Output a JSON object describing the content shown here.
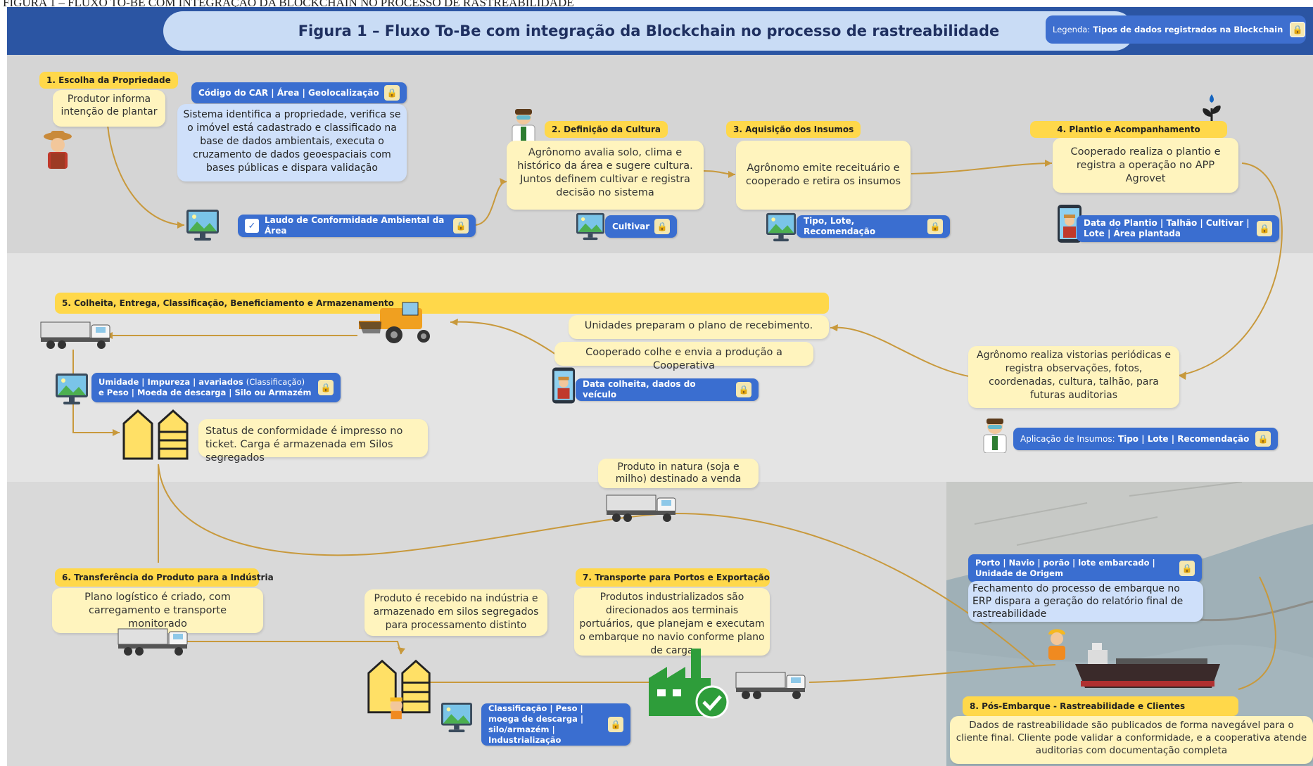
{
  "caption": "FIGURA 1 – FLUXO TO-BE COM INTEGRAÇÃO DA BLOCKCHAIN NO PROCESSO DE RASTREABILIDADE",
  "header": {
    "title": "Figura 1 – Fluxo To-Be com integração da Blockchain no processo de rastreabilidade",
    "legend_prefix": "Legenda:",
    "legend_text": "Tipos de dados registrados na Blockchain"
  },
  "stages": {
    "s1": "1. Escolha da Propriedade",
    "s2": "2. Definição da Cultura",
    "s3": "3. Aquisição dos Insumos",
    "s4": "4. Plantio e Acompanhamento",
    "s5": "5. Colheita, Entrega, Classificação, Beneficiamento e Armazenamento",
    "s6": "6. Transferência do Produto para a Indústria",
    "s7": "7. Transporte para Portos e Exportação",
    "s8": "8. Pós-Embarque - Rastreabilidade e Clientes"
  },
  "notes": {
    "n1a": "Produtor informa intenção de plantar",
    "n1b": "Sistema identifica a propriedade, verifica se o imóvel está cadastrado e classificado na base de dados ambientais, executa o cruzamento de dados geoespaciais com bases públicas e dispara validação",
    "n2": "Agrônomo avalia solo, clima e histórico da área e sugere cultura. Juntos definem cultivar e registra decisão no sistema",
    "n3": "Agrônomo emite receituário e cooperado e retira os insumos",
    "n4": "Cooperado realiza o plantio e registra a operação no APP Agrovet",
    "n4b": "Agrônomo realiza vistorias periódicas e registra observações, fotos, coordenadas, cultura, talhão, para futuras auditorias",
    "n5a": "Unidades preparam o plano de recebimento.",
    "n5b": "Cooperado colhe e envia a produção a Cooperativa",
    "n5c": "Status de conformidade é impresso no ticket. Carga é armazenada em Silos segregados",
    "n5d": "Produto in natura (soja e milho) destinado a venda",
    "n6a": "Plano logístico é criado, com carregamento e transporte monitorado",
    "n6b": "Produto é recebido na indústria e armazenado em silos segregados para processamento distinto",
    "n7": "Produtos industrializados são direcionados aos terminais portuários, que planejam e executam o embarque no navio conforme plano de carga",
    "n8a": "Fechamento do processo de embarque no ERP dispara a geração do relatório final de rastreabilidade",
    "n8b": "Dados de rastreabilidade são publicados de forma navegável para o cliente final. Cliente pode validar a conformidade, e a cooperativa atende auditorias com documentação completa"
  },
  "tags": {
    "t1a": "Código do CAR | Área | Geolocalização",
    "t1b": "Laudo de Conformidade Ambiental da Área",
    "t2": "Cultivar",
    "t3": "Tipo, Lote, Recomendação",
    "t4": "Data do Plantio | Talhão | Cultivar | Lote | Área plantada",
    "t4b_prefix": "Aplicação de Insumos:",
    "t4b": "Tipo | Lote | Recomendação",
    "t5a_1": "Umidade | Impureza | avariados",
    "t5a_2": "(Classificação)",
    "t5a_3": "e Peso | Moeda de descarga | Silo ou Armazém",
    "t5b": "Data colheita, dados do veículo",
    "t6": "Classificação | Peso | moega de descarga | silo/armazém | Industrialização",
    "t8": "Porto | Navio | porão | lote embarcado | Unidade de Origem"
  },
  "icons": {
    "lock": "lock-icon",
    "monitor": "monitor-landscape-icon",
    "farmer": "farmer-icon",
    "agronomist": "agronomist-icon",
    "truck": "dump-truck-icon",
    "harvester": "combine-harvester-icon",
    "silo": "silo-icon",
    "factory": "factory-check-icon",
    "ship": "cargo-ship-icon",
    "phone": "smartphone-farmer-icon",
    "plant": "seedling-icon",
    "worker": "port-worker-icon"
  },
  "colors": {
    "header_band": "#2b55a3",
    "title_pill": "#c9dcf5",
    "stage_label": "#ffd84a",
    "note_yellow": "#fff4be",
    "note_blue": "#cfe0fa",
    "data_tag": "#3a6ed0",
    "connector": "#c8993c",
    "factory": "#2e9d3a"
  }
}
